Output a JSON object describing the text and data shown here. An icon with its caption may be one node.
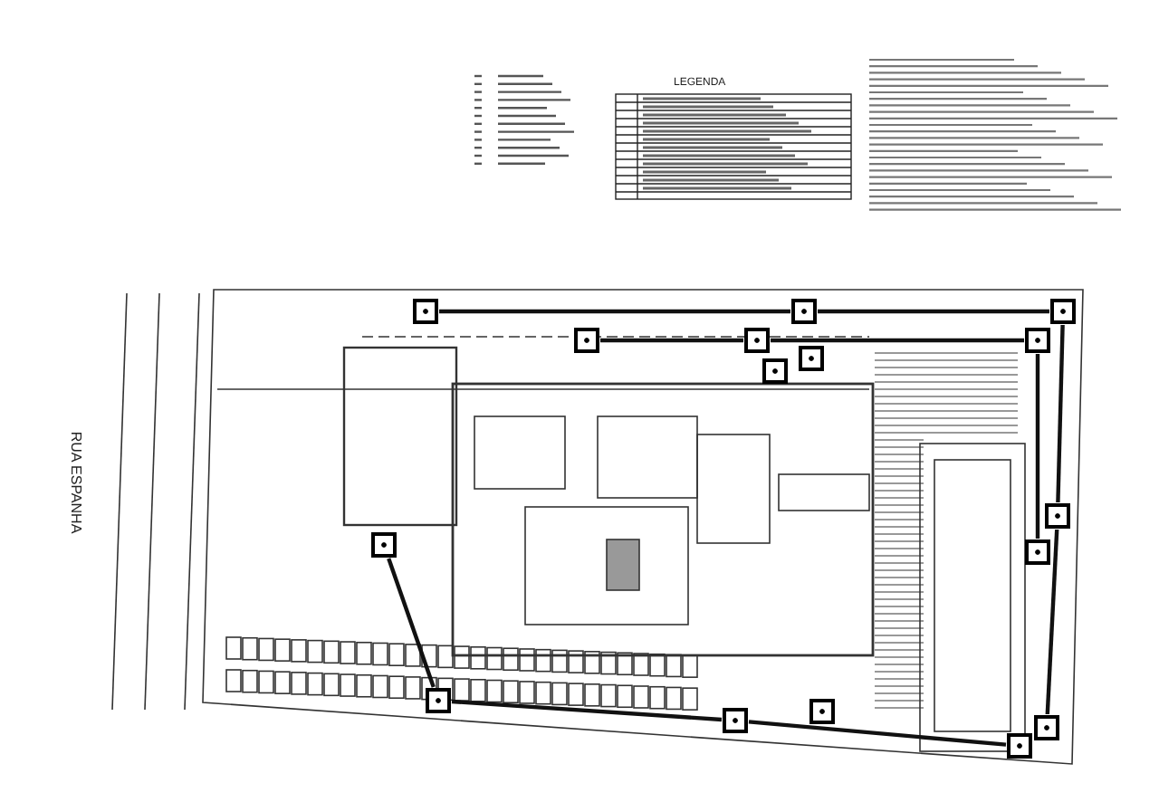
{
  "diagram": {
    "nodes": [
      {
        "text": [],
        "shape": "box"
      },
      {
        "text": [],
        "shape": "box"
      },
      {
        "text": [],
        "shape": "box"
      },
      {
        "text": [],
        "shape": "box"
      },
      {
        "text": [],
        "shape": "box"
      },
      {
        "text": [],
        "shape": "box"
      },
      {
        "text": [],
        "shape": "box"
      },
      {
        "text": [],
        "shape": "box"
      },
      {
        "text": [],
        "shape": "box"
      },
      {
        "text": [],
        "shape": "box"
      },
      {
        "text": [],
        "shape": "box"
      },
      {
        "text": [],
        "shape": "box"
      },
      {
        "text": [],
        "shape": "box"
      },
      {
        "text": [],
        "shape": "box"
      },
      {
        "text": [],
        "shape": "box"
      },
      {
        "text": [],
        "shape": "box"
      }
    ],
    "edges": [
      {
        "from": 0,
        "to": 1,
        "arrow": "none"
      },
      {
        "from": 1,
        "to": 2,
        "arrow": "none"
      },
      {
        "from": 3,
        "to": 4,
        "arrow": "none"
      },
      {
        "from": 4,
        "to": 5,
        "arrow": "none"
      },
      {
        "from": 5,
        "to": 10,
        "arrow": "none"
      },
      {
        "from": 2,
        "to": 8,
        "arrow": "none"
      },
      {
        "from": 8,
        "to": 14,
        "arrow": "none"
      },
      {
        "from": 9,
        "to": 11,
        "arrow": "none"
      },
      {
        "from": 11,
        "to": 13,
        "arrow": "none"
      },
      {
        "from": 13,
        "to": 15,
        "arrow": "none"
      }
    ],
    "labels": [
      "LEGENDA",
      "RUA ESPANHA"
    ]
  }
}
